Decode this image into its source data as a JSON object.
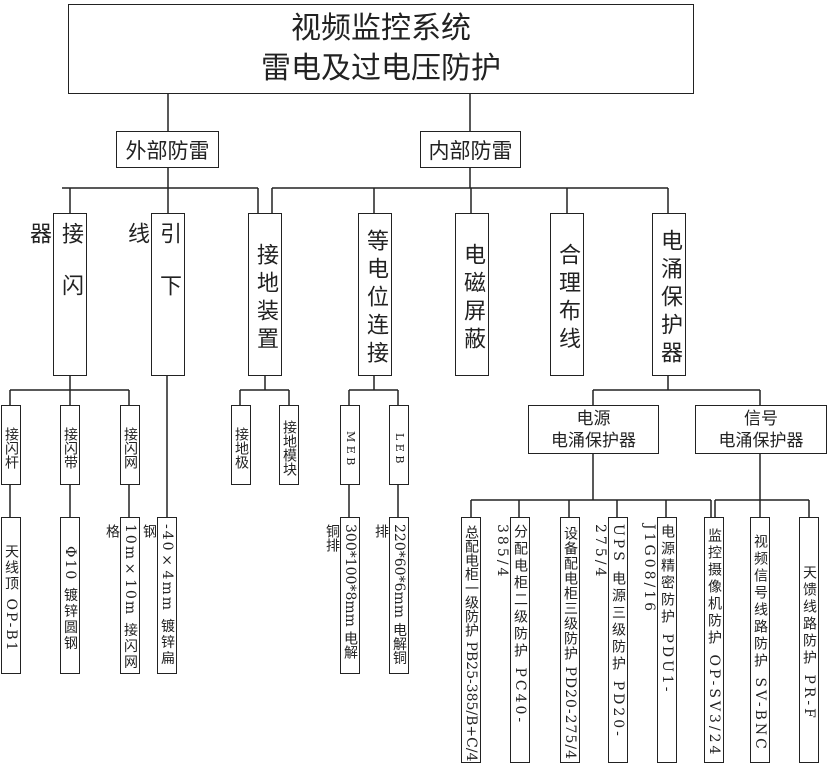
{
  "title": {
    "line1": "视频监控系统",
    "line2": "雷电及过电压防护"
  },
  "level1": {
    "external": "外部防雷",
    "internal": "内部防雷"
  },
  "level2": {
    "air_terminal": "接闪器",
    "down_conductor": "引下线",
    "grounding": "接地装置",
    "equipotential": "等电位连接",
    "shielding": "电磁屏蔽",
    "wiring": "合理布线",
    "spd": "电涌保护器"
  },
  "level3": {
    "rod": "接闪杆",
    "strip": "接闪带",
    "mesh": "接闪网",
    "electrode": "接地极",
    "module": "接地模块",
    "meb": "M E B",
    "leb": "L E B",
    "power_spd": {
      "line1": "电源",
      "line2": "电涌保护器"
    },
    "signal_spd": {
      "line1": "信号",
      "line2": "电涌保护器"
    }
  },
  "level4": {
    "rod_spec": "天线顶 OP-B1",
    "strip_spec": "Φ10 镀锌圆钢",
    "mesh_spec": "10m×10m 接闪网格",
    "down_spec": "-40×4mm 镀锌扁钢",
    "meb_spec": "300*100*8mm 电解铜排",
    "leb_spec": "220*60*6mm 电解铜排"
  },
  "devices": [
    "总配电柜一级防护 PB25-385/B+C/4",
    "分配电柜二级防护 PC40-385/4",
    "设备配电柜三级防护 PD20-275/4",
    "UPS 电源三级防护 PD20-275/4",
    "电源精密防护 PDU1-J1G08/16",
    "监控摄像机防护 OP-SV3/24",
    "视频信号线路防护 SV-BNC",
    "天馈线路防护 PR-F"
  ]
}
